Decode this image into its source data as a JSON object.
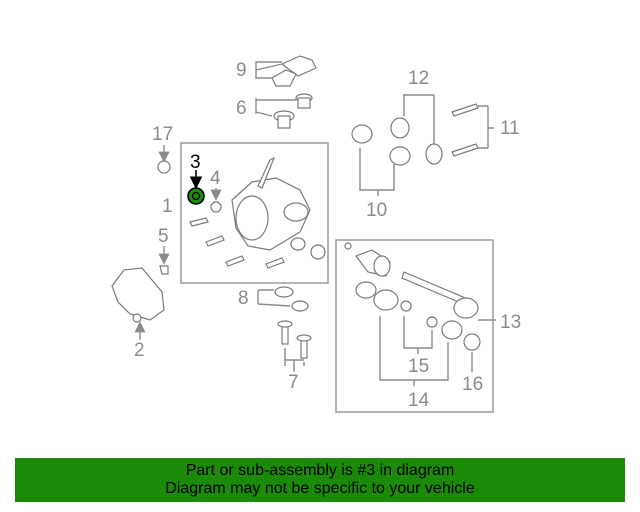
{
  "labels": {
    "l1": "1",
    "l2": "2",
    "l3": "3",
    "l4": "4",
    "l5": "5",
    "l6": "6",
    "l7": "7",
    "l8": "8",
    "l9": "9",
    "l10": "10",
    "l11": "11",
    "l12": "12",
    "l13": "13",
    "l14": "14",
    "l15": "15",
    "l16": "16",
    "l17": "17"
  },
  "highlight_color": "#1a8a08",
  "footer": {
    "line1": "Part or sub-assembly is #3 in diagram",
    "line2": "Diagram may not be specific to your vehicle"
  }
}
